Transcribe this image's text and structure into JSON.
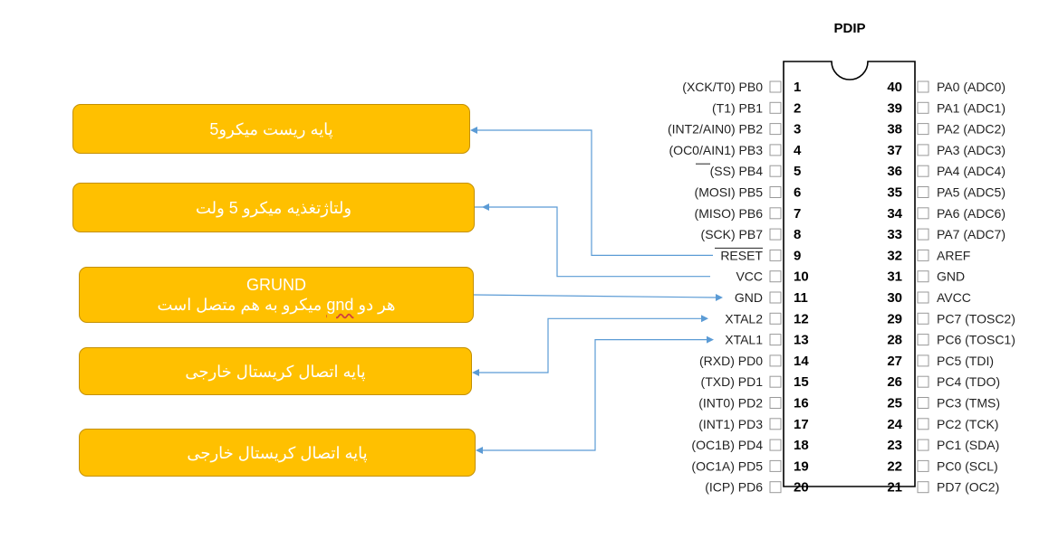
{
  "package_title": "PDIP",
  "chip": {
    "left_pins": [
      {
        "num": "1",
        "label": "(XCK/T0)  PB0"
      },
      {
        "num": "2",
        "label": "(T1)  PB1"
      },
      {
        "num": "3",
        "label": "(INT2/AIN0)  PB2"
      },
      {
        "num": "4",
        "label": "(OC0/AIN1)  PB3"
      },
      {
        "num": "5",
        "label": "(SS)  PB4"
      },
      {
        "num": "6",
        "label": "(MOSI)  PB5"
      },
      {
        "num": "7",
        "label": "(MISO)  PB6"
      },
      {
        "num": "8",
        "label": "(SCK)  PB7"
      },
      {
        "num": "9",
        "label": "RESET"
      },
      {
        "num": "10",
        "label": "VCC"
      },
      {
        "num": "11",
        "label": "GND"
      },
      {
        "num": "12",
        "label": "XTAL2"
      },
      {
        "num": "13",
        "label": "XTAL1"
      },
      {
        "num": "14",
        "label": "(RXD)  PD0"
      },
      {
        "num": "15",
        "label": "(TXD)  PD1"
      },
      {
        "num": "16",
        "label": "(INT0)  PD2"
      },
      {
        "num": "17",
        "label": "(INT1)  PD3"
      },
      {
        "num": "18",
        "label": "(OC1B)  PD4"
      },
      {
        "num": "19",
        "label": "(OC1A)  PD5"
      },
      {
        "num": "20",
        "label": "(ICP)  PD6"
      }
    ],
    "right_pins": [
      {
        "num": "40",
        "label": "PA0  (ADC0)"
      },
      {
        "num": "39",
        "label": "PA1  (ADC1)"
      },
      {
        "num": "38",
        "label": "PA2  (ADC2)"
      },
      {
        "num": "37",
        "label": "PA3  (ADC3)"
      },
      {
        "num": "36",
        "label": "PA4  (ADC4)"
      },
      {
        "num": "35",
        "label": "PA5  (ADC5)"
      },
      {
        "num": "34",
        "label": "PA6  (ADC6)"
      },
      {
        "num": "33",
        "label": "PA7  (ADC7)"
      },
      {
        "num": "32",
        "label": "AREF"
      },
      {
        "num": "31",
        "label": "GND"
      },
      {
        "num": "30",
        "label": "AVCC"
      },
      {
        "num": "29",
        "label": "PC7  (TOSC2)"
      },
      {
        "num": "28",
        "label": "PC6  (TOSC1)"
      },
      {
        "num": "27",
        "label": "PC5  (TDI)"
      },
      {
        "num": "26",
        "label": "PC4  (TDO)"
      },
      {
        "num": "25",
        "label": "PC3  (TMS)"
      },
      {
        "num": "24",
        "label": "PC2  (TCK)"
      },
      {
        "num": "23",
        "label": "PC1  (SDA)"
      },
      {
        "num": "22",
        "label": "PC0  (SCL)"
      },
      {
        "num": "21",
        "label": "PD7  (OC2)"
      }
    ]
  },
  "annotations": {
    "reset_box": "پایه ریست میکرو5",
    "vcc_box": "ولتاژتغذیه میکرو  5 ولت",
    "gnd_box_title": "GRUND",
    "gnd_box_line_start": "هر دو  ",
    "gnd_box_gnd_word": "gnd",
    "gnd_box_line_end": "  میکرو به هم متصل است",
    "xtal2_box": "پایه اتصال کریستال خارجی",
    "xtal1_box": "پایه اتصال کریستال خارجی"
  },
  "colors": {
    "box_fill": "#ffc000",
    "box_text": "#ffffff",
    "connector": "#5b9bd5",
    "chip_line": "#000000",
    "pin_text": "#222222"
  }
}
